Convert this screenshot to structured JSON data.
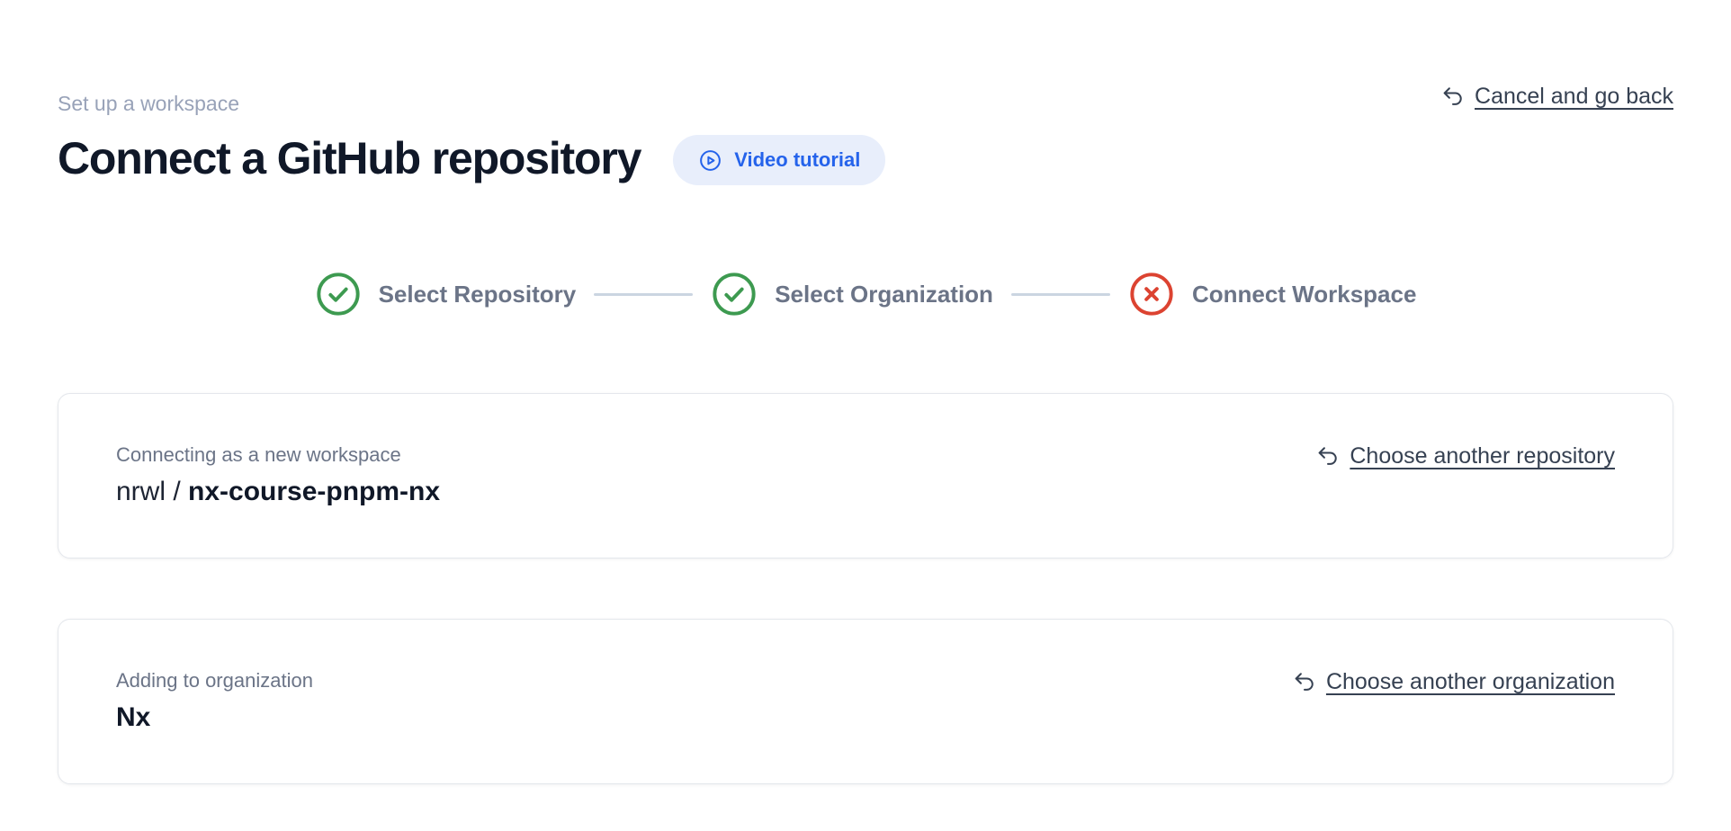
{
  "header": {
    "eyebrow": "Set up a workspace",
    "title": "Connect a GitHub repository",
    "video_button_label": "Video tutorial",
    "cancel_link_label": "Cancel and go back"
  },
  "stepper": {
    "steps": [
      {
        "label": "Select Repository",
        "status": "success"
      },
      {
        "label": "Select Organization",
        "status": "success"
      },
      {
        "label": "Connect Workspace",
        "status": "error"
      }
    ]
  },
  "repository_card": {
    "label": "Connecting as a new workspace",
    "owner": "nrwl / ",
    "repo": "nx-course-pnpm-nx",
    "link_label": "Choose another repository"
  },
  "organization_card": {
    "label": "Adding to organization",
    "value": "Nx",
    "link_label": "Choose another organization"
  },
  "colors": {
    "success": "#3d9a50",
    "error": "#dc4331",
    "accent_blue": "#2563eb",
    "pill_background": "#e8eefb",
    "connector": "#cbd5e1",
    "card_border": "#e4e7ec"
  }
}
